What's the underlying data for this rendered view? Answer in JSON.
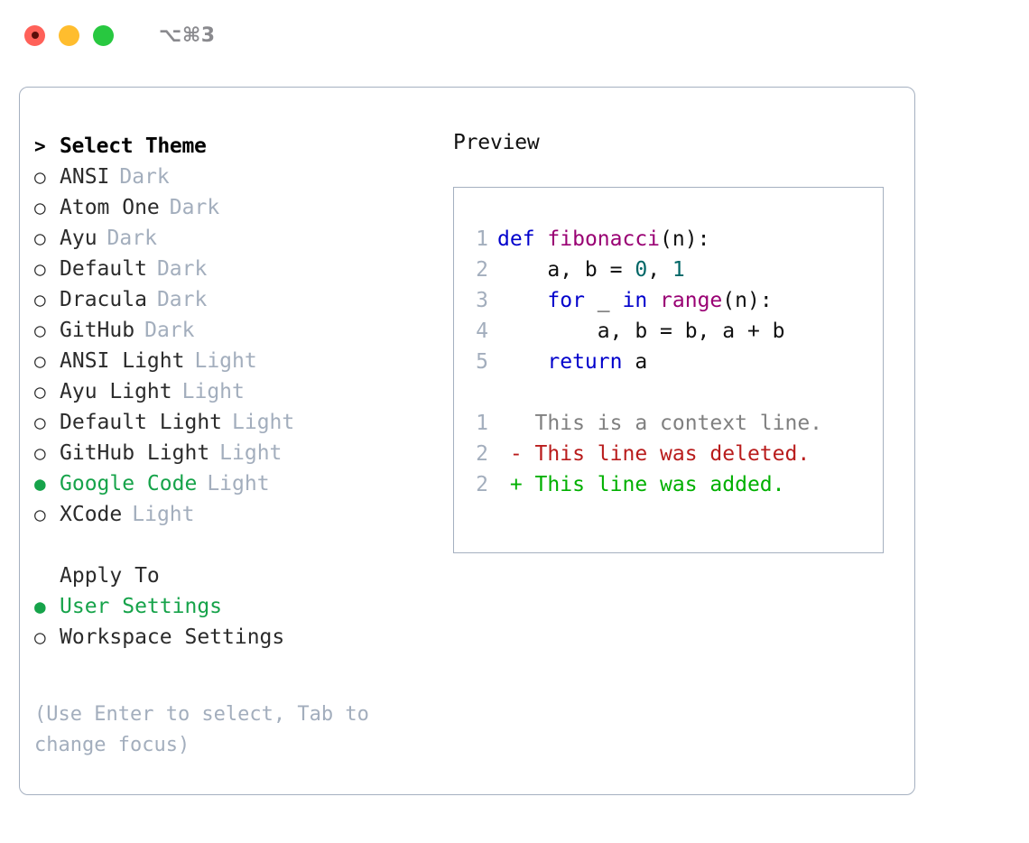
{
  "titlebar": {
    "shortcut": "⌥⌘3",
    "buttons": [
      {
        "name": "close",
        "color": "#ff6159"
      },
      {
        "name": "minimize",
        "color": "#ffbd2e"
      },
      {
        "name": "zoom",
        "color": "#28c840"
      }
    ]
  },
  "theme_picker": {
    "header_marker": ">",
    "header_label": "Select Theme",
    "marker_unselected": "○",
    "marker_selected": "●",
    "accent_color": "#16a34a",
    "tag_color": "#a3aebd",
    "items": [
      {
        "label": "ANSI",
        "tag": "Dark",
        "selected": false
      },
      {
        "label": "Atom One",
        "tag": "Dark",
        "selected": false
      },
      {
        "label": "Ayu",
        "tag": "Dark",
        "selected": false
      },
      {
        "label": "Default",
        "tag": "Dark",
        "selected": false
      },
      {
        "label": "Dracula",
        "tag": "Dark",
        "selected": false
      },
      {
        "label": "GitHub",
        "tag": "Dark",
        "selected": false
      },
      {
        "label": "ANSI Light",
        "tag": "Light",
        "selected": false
      },
      {
        "label": "Ayu Light",
        "tag": "Light",
        "selected": false
      },
      {
        "label": "Default Light",
        "tag": "Light",
        "selected": false
      },
      {
        "label": "GitHub Light",
        "tag": "Light",
        "selected": false
      },
      {
        "label": "Google Code",
        "tag": "Light",
        "selected": true
      },
      {
        "label": "XCode",
        "tag": "Light",
        "selected": false
      }
    ]
  },
  "apply_to": {
    "heading": "Apply To",
    "items": [
      {
        "label": "User Settings",
        "selected": true
      },
      {
        "label": "Workspace Settings",
        "selected": false
      }
    ]
  },
  "hint": "(Use Enter to select, Tab to change focus)",
  "preview": {
    "title": "Preview",
    "code_lines": [
      {
        "num": "1",
        "tokens": [
          {
            "t": "def",
            "c": "kw"
          },
          {
            "t": " ",
            "c": "pl"
          },
          {
            "t": "fibonacci",
            "c": "fn"
          },
          {
            "t": "(n):",
            "c": "pl"
          }
        ]
      },
      {
        "num": "2",
        "tokens": [
          {
            "t": "    a, b = ",
            "c": "pl"
          },
          {
            "t": "0",
            "c": "num"
          },
          {
            "t": ", ",
            "c": "pl"
          },
          {
            "t": "1",
            "c": "num"
          }
        ]
      },
      {
        "num": "3",
        "tokens": [
          {
            "t": "    ",
            "c": "pl"
          },
          {
            "t": "for",
            "c": "kw"
          },
          {
            "t": " _ ",
            "c": "pl"
          },
          {
            "t": "in",
            "c": "kw"
          },
          {
            "t": " ",
            "c": "pl"
          },
          {
            "t": "range",
            "c": "fn"
          },
          {
            "t": "(n):",
            "c": "pl"
          }
        ]
      },
      {
        "num": "4",
        "tokens": [
          {
            "t": "        a, b = b, a + b",
            "c": "pl"
          }
        ]
      },
      {
        "num": "5",
        "tokens": [
          {
            "t": "    ",
            "c": "pl"
          },
          {
            "t": "return",
            "c": "kw"
          },
          {
            "t": " a",
            "c": "pl"
          }
        ]
      }
    ],
    "diff_lines": [
      {
        "num": "1",
        "sign": " ",
        "text": "This is a context line.",
        "kind": "ctx"
      },
      {
        "num": "2",
        "sign": "-",
        "text": "This line was deleted.",
        "kind": "del"
      },
      {
        "num": "2",
        "sign": "+",
        "text": "This line was added.",
        "kind": "add"
      }
    ],
    "colors": {
      "keyword": "#0000cc",
      "function": "#990073",
      "number": "#006666",
      "plain": "#111111",
      "line_number": "#a3aebd",
      "diff_context": "#808080",
      "diff_deleted": "#b91c1c",
      "diff_added": "#00b000"
    }
  }
}
